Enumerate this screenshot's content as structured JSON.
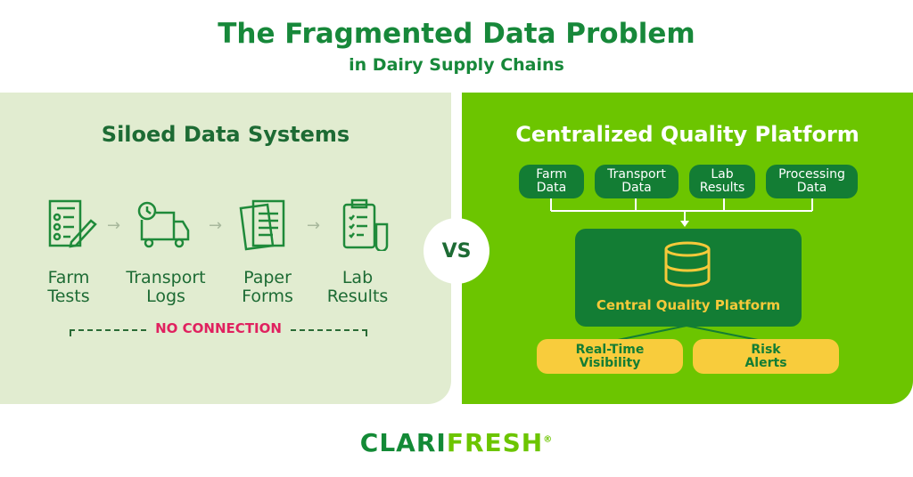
{
  "header": {
    "title": "The Fragmented Data Problem",
    "subtitle": "in Dairy Supply Chains"
  },
  "left": {
    "title": "Siloed Data Systems",
    "items": [
      {
        "line1": "Farm",
        "line2": "Tests",
        "icon": "checklist-pencil-icon"
      },
      {
        "line1": "Transport",
        "line2": "Logs",
        "icon": "truck-clock-icon"
      },
      {
        "line1": "Paper",
        "line2": "Forms",
        "icon": "documents-icon"
      },
      {
        "line1": "Lab",
        "line2": "Results",
        "icon": "clipboard-test-tube-icon"
      }
    ],
    "no_connection": "NO CONNECTION"
  },
  "vs": "VS",
  "right": {
    "title": "Centralized Quality Platform",
    "sources": [
      {
        "line1": "Farm",
        "line2": "Data"
      },
      {
        "line1": "Transport",
        "line2": "Data"
      },
      {
        "line1": "Lab",
        "line2": "Results"
      },
      {
        "line1": "Processing",
        "line2": "Data"
      }
    ],
    "central": "Central Quality Platform",
    "outputs": [
      {
        "line1": "Real-Time",
        "line2": "Visibility"
      },
      {
        "line1": "Risk",
        "line2": "Alerts"
      }
    ]
  },
  "logo": {
    "part1": "CLARI",
    "part2": "FRESH",
    "mark": "®"
  },
  "colors": {
    "dark_green": "#137d34",
    "bright_green": "#6cc500",
    "light_bg": "#e1ecd0",
    "yellow": "#f8cc3c",
    "pink": "#e0215f"
  }
}
